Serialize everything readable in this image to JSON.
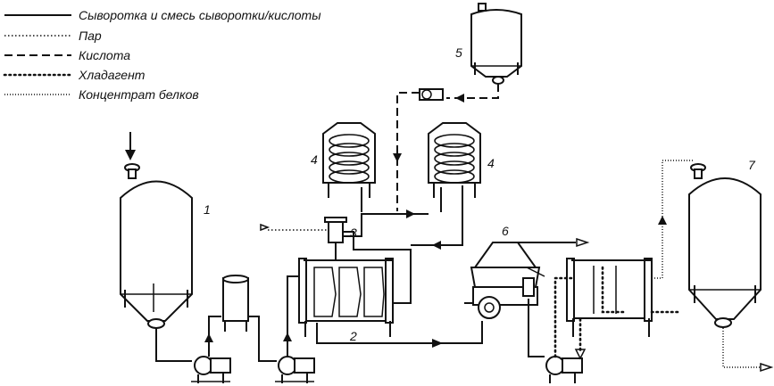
{
  "legend": [
    {
      "label": "Сыворотка и смесь сыворотки/кислоты",
      "style": "solid"
    },
    {
      "label": "Пар",
      "style": "dotted"
    },
    {
      "label": "Кислота",
      "style": "dashed"
    },
    {
      "label": "Хладагент",
      "style": "heavy-dotted"
    },
    {
      "label": "Концентрат белков",
      "style": "fine-dotted"
    }
  ],
  "equipment_numbers": {
    "tank_1": "1",
    "heat_exchanger_2": "2",
    "steam_injector_3": "3",
    "holding_tank_4_left": "4",
    "holding_tank_4_right": "4",
    "acid_tank_5": "5",
    "separator_6": "6",
    "tank_7": "7"
  },
  "colors": {
    "line": "#111111",
    "background": "#ffffff"
  }
}
